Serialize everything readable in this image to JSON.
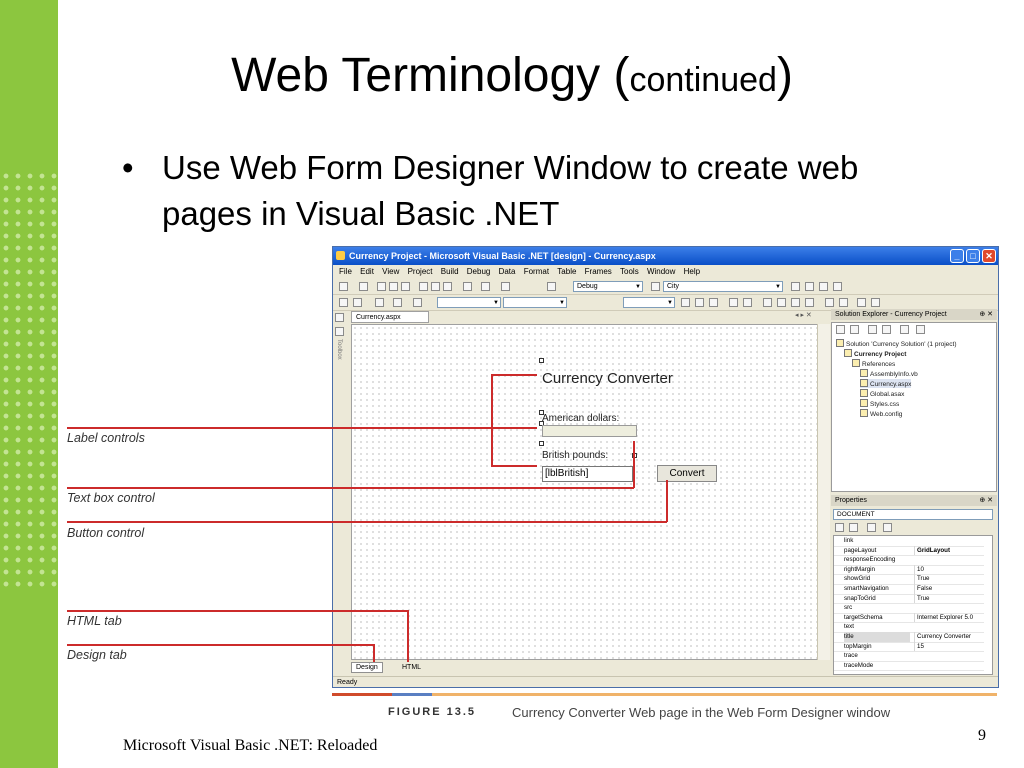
{
  "slide": {
    "title_main": "Web Terminology (",
    "title_small": "continued",
    "title_close": ")",
    "bullet_marker": "•",
    "bullet_text": "Use Web Form Designer Window to create web pages in Visual Basic .NET",
    "footer": "Microsoft Visual Basic .NET: Reloaded",
    "page_number": "9"
  },
  "window": {
    "title": "Currency Project - Microsoft Visual Basic .NET [design] - Currency.aspx",
    "menu": [
      "File",
      "Edit",
      "View",
      "Project",
      "Build",
      "Debug",
      "Data",
      "Format",
      "Table",
      "Frames",
      "Tools",
      "Window",
      "Help"
    ],
    "config_combo": "Debug",
    "search_combo": "City",
    "doc_tab": "Currency.aspx",
    "toolbox_label": "Toolbox",
    "view_tabs": {
      "design": "Design",
      "html": "HTML"
    },
    "status": "Ready"
  },
  "form": {
    "title": "Currency Converter",
    "dollars_label": "American dollars:",
    "pounds_label": "British pounds:",
    "pounds_box": "[lblBritish]",
    "convert_button": "Convert"
  },
  "solution_explorer": {
    "header": "Solution Explorer - Currency Project",
    "items": [
      "Solution 'Currency Solution' (1 project)",
      "Currency Project",
      "References",
      "AssemblyInfo.vb",
      "Currency.aspx",
      "Global.asax",
      "Styles.css",
      "Web.config"
    ]
  },
  "properties": {
    "header": "Properties",
    "object": "DOCUMENT",
    "rows": [
      {
        "k": "link",
        "v": ""
      },
      {
        "k": "pageLayout",
        "v": "GridLayout"
      },
      {
        "k": "responseEncoding",
        "v": ""
      },
      {
        "k": "rightMargin",
        "v": "10"
      },
      {
        "k": "showGrid",
        "v": "True"
      },
      {
        "k": "smartNavigation",
        "v": "False"
      },
      {
        "k": "snapToGrid",
        "v": "True"
      },
      {
        "k": "src",
        "v": ""
      },
      {
        "k": "targetSchema",
        "v": "Internet Explorer 5.0"
      },
      {
        "k": "text",
        "v": ""
      },
      {
        "k": "title",
        "v": "Currency Converter"
      },
      {
        "k": "topMargin",
        "v": "15"
      },
      {
        "k": "trace",
        "v": ""
      },
      {
        "k": "traceMode",
        "v": ""
      }
    ]
  },
  "callouts": {
    "label_controls": "Label controls",
    "textbox_control": "Text box control",
    "button_control": "Button control",
    "html_tab": "HTML tab",
    "design_tab": "Design tab"
  },
  "figure": {
    "label": "FIGURE 13.5",
    "caption": "Currency Converter Web page in the Web Form Designer window"
  },
  "colors": {
    "accent_green": "#8cc63f",
    "callout_red": "#cc2b2b",
    "titlebar_blue": "#0a4fc7"
  }
}
